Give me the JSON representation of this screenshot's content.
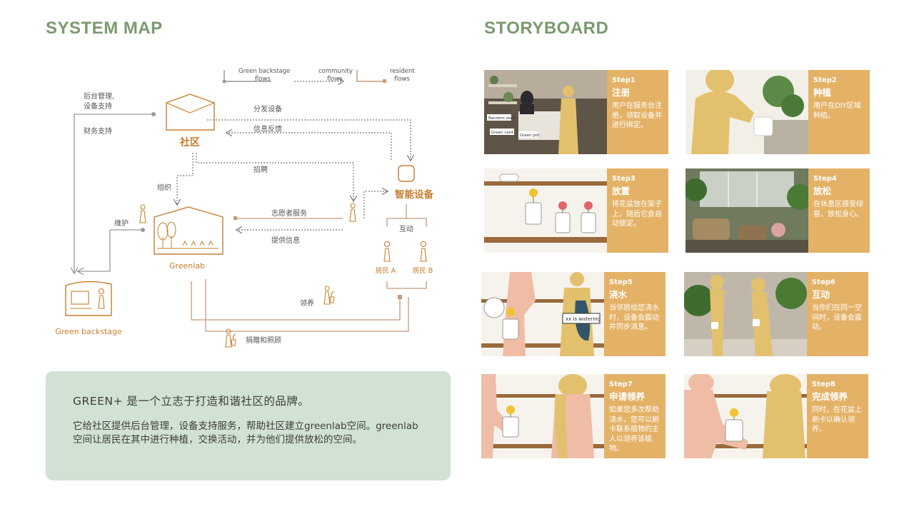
{
  "headings": {
    "system_map": "SYSTEM MAP",
    "storyboard": "STORYBOARD"
  },
  "legend": [
    {
      "label_line1": "Green backstage",
      "label_line2": "flows",
      "style": "solid",
      "color": "#999999"
    },
    {
      "label_line1": "community",
      "label_line2": "flows",
      "style": "dotted",
      "color": "#777777"
    },
    {
      "label_line1": "resident",
      "label_line2": "flows",
      "style": "solid",
      "color": "#c49a7c"
    }
  ],
  "system_map": {
    "nodes": {
      "community": "社区",
      "greenlab": "Greenlab",
      "backstage": "Green backstage",
      "device": "智能设备",
      "resident_a": "居民 A",
      "resident_b": "居民 B"
    },
    "edges": {
      "mgmt_line1": "后台管理,",
      "mgmt_line2": "设备支持",
      "finance": "财务支持",
      "distribute": "分发设备",
      "feedback": "信息反馈",
      "recruit": "招聘",
      "organize": "组织",
      "maintain": "维护",
      "volunteer": "志愿者服务",
      "provide_info": "提供信息",
      "interact": "互动",
      "adopt": "领养",
      "donate": "捐赠和照顾"
    }
  },
  "summary": {
    "title": "GREEN+ 是一个立志于打造和谐社区的品牌。",
    "body": "它给社区提供后台管理，设备支持服务，帮助社区建立greenlab空间。greenlab空间让居民在其中进行种植，交换活动，并为他们提供放松的空间。"
  },
  "storyboard": [
    {
      "step": "Step1",
      "title": "注册",
      "desc": "用户在服务台注册，领取设备并进行绑定。",
      "tags": [
        "Random seed",
        "Green card",
        "Green pot"
      ]
    },
    {
      "step": "Step2",
      "title": "种植",
      "desc": "用户在DIY区域种植。",
      "tags": []
    },
    {
      "step": "Step3",
      "title": "放置",
      "desc": "将花盆放在架子上，随后它会自动锁定。",
      "tags": []
    },
    {
      "step": "Step4",
      "title": "放松",
      "desc": "在休息区感受绿意，放松身心。",
      "tags": []
    },
    {
      "step": "Step5",
      "title": "浇水",
      "desc": "当邻居给您浇水时，设备会震动并同步消息。",
      "tags": [
        "xx is watering"
      ]
    },
    {
      "step": "Step6",
      "title": "互动",
      "desc": "当你们在同一空间时，设备会震动。",
      "tags": []
    },
    {
      "step": "Step7",
      "title": "申请领养",
      "desc": "如果您多次帮助浇水，您可以刷卡联系植物的主人以领养该植物。",
      "tags": []
    },
    {
      "step": "Step8",
      "title": "完成领养",
      "desc": "同时，在花盆上刷卡以确认领养。",
      "tags": []
    }
  ],
  "colors": {
    "heading": "#7a9a6e",
    "accent": "#c77e2e",
    "panel": "#e4b267",
    "summary_bg": "#d2e2d2",
    "skin": "#efbda5",
    "figure": "#e3c06d"
  }
}
